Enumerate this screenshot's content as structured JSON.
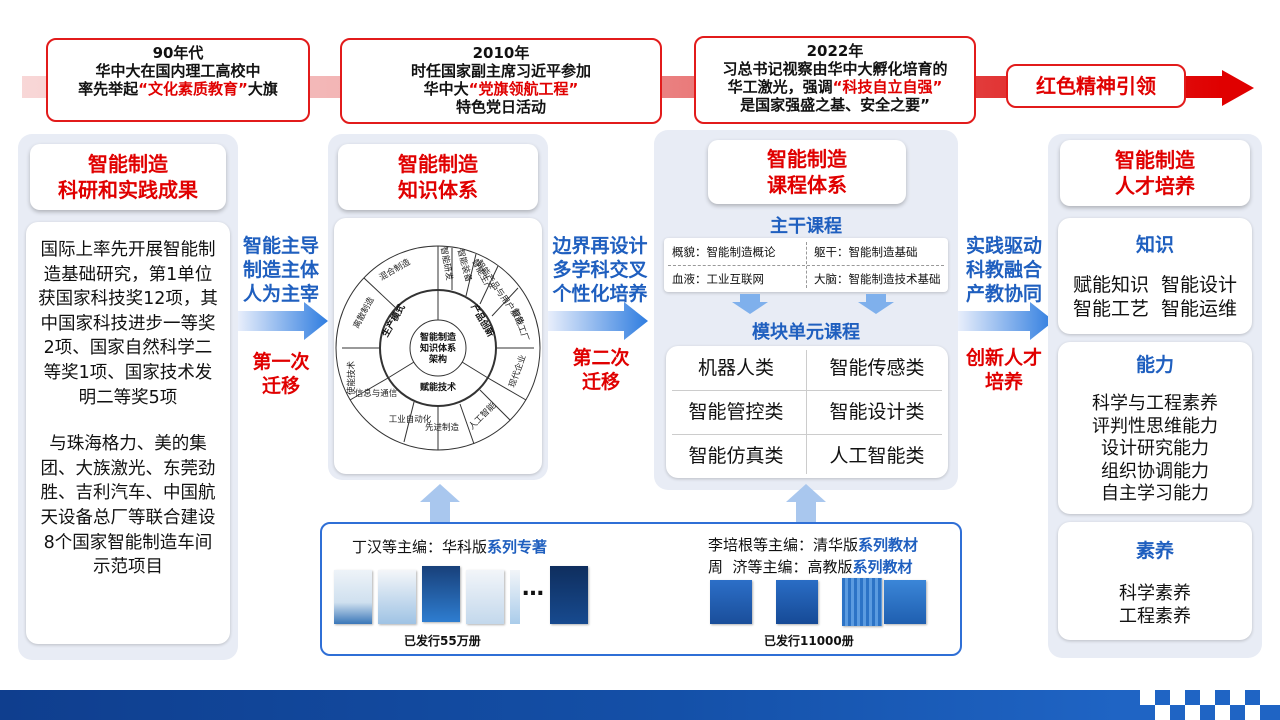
{
  "timeline": {
    "box1": {
      "line1": "90年代",
      "line2": "华中大在国内理工高校中",
      "line3_pre": "率先举起",
      "line3_hl": "“文化素质教育”",
      "line3_post": "大旗"
    },
    "box2": {
      "line1": "2010年",
      "line2": "时任国家副主席习近平参加",
      "line3_pre": "华中大",
      "line3_hl": "“党旗领航工程”",
      "line4": "特色党日活动"
    },
    "box3": {
      "line1": "2022年",
      "line2": "习总书记视察由华中大孵化培育的",
      "line3_pre": "华工激光，强调",
      "line3_hl": "“科技自立自强”",
      "line4": "是国家强盛之基、安全之要”"
    },
    "end_label": "红色精神引领"
  },
  "panel1": {
    "title_l1": "智能制造",
    "title_l2": "科研和实践成果",
    "para1": "国际上率先开展智能制造基础研究，第1单位获国家科技奖12项，其中国家科技进步一等奖2项、国家自然科学二等奖1项、国家技术发明二等奖5项",
    "para2": "与珠海格力、美的集团、大族激光、东莞劲胜、吉利汽车、中国航天设备总厂等联合建设8个国家智能制造车间示范项目"
  },
  "arrow1": {
    "top_l1": "智能主导",
    "top_l2": "制造主体",
    "top_l3": "人为主宰",
    "bot_l1": "第一次",
    "bot_l2": "迁移"
  },
  "panel2": {
    "title_l1": "智能制造",
    "title_l2": "知识体系",
    "center_l1": "智能制造",
    "center_l2": "知识体系",
    "center_l3": "架构",
    "inner": {
      "production": "生产模式",
      "product": "产品创新",
      "enabling": "赋能技术"
    },
    "outer": {
      "o1": "混合制造",
      "o2": "离散制造",
      "o3": "流程制造",
      "o4": "智能研发",
      "o5": "智能装备",
      "o6": "智能生产",
      "o7": "智能服务",
      "o8": "智能产品与用户服务",
      "o9": "智能工厂",
      "o10": "智能管理",
      "o11": "现代企业",
      "o12": "人工智能",
      "o13": "先进制造",
      "o14": "工业自动化",
      "o15": "信息与通信",
      "o16": "使能技术"
    }
  },
  "arrow2": {
    "top_l1": "边界再设计",
    "top_l2": "多学科交叉",
    "top_l3": "个性化培养",
    "bot_l1": "第二次",
    "bot_l2": "迁移"
  },
  "panel3": {
    "title_l1": "智能制造",
    "title_l2": "课程体系",
    "core_title": "主干课程",
    "core": [
      {
        "name": "概貌：智能制造概论"
      },
      {
        "name": "躯干：智能制造基础"
      },
      {
        "name": "血液：工业互联网"
      },
      {
        "name": "大脑：智能制造技术基础"
      }
    ],
    "module_title": "模块单元课程",
    "modules": [
      "机器人类",
      "智能传感类",
      "智能管控类",
      "智能设计类",
      "智能仿真类",
      "人工智能类"
    ]
  },
  "arrow3": {
    "top_l1": "实践驱动",
    "top_l2": "科教融合",
    "top_l3": "产教协同",
    "bot_l1": "创新人才",
    "bot_l2": "培养"
  },
  "panel4": {
    "title_l1": "智能制造",
    "title_l2": "人才培养",
    "knowledge": {
      "title": "知识",
      "l1": "赋能知识  智能设计",
      "l2": "智能工艺  智能运维"
    },
    "ability": {
      "title": "能力",
      "items": [
        "科学与工程素养",
        "评判性思维能力",
        "设计研究能力",
        "组织协调能力",
        "自主学习能力"
      ]
    },
    "literacy": {
      "title": "素养",
      "items": [
        "科学素养",
        "工程素养"
      ]
    }
  },
  "books": {
    "left_pre": "丁汉等主编：华科版",
    "left_hl": "系列专著",
    "right1_pre": "李培根等主编：清华版",
    "right1_hl": "系列教材",
    "right2_pre": "周  济等主编：高教版",
    "right2_hl": "系列教材",
    "ellipsis": "…",
    "left_count": "已发行55万册",
    "right_count": "已发行11000册"
  },
  "colors": {
    "red": "#e00000",
    "blue": "#1f5fbf",
    "panel": "#e8ecf5",
    "footer": "#1450a8"
  }
}
